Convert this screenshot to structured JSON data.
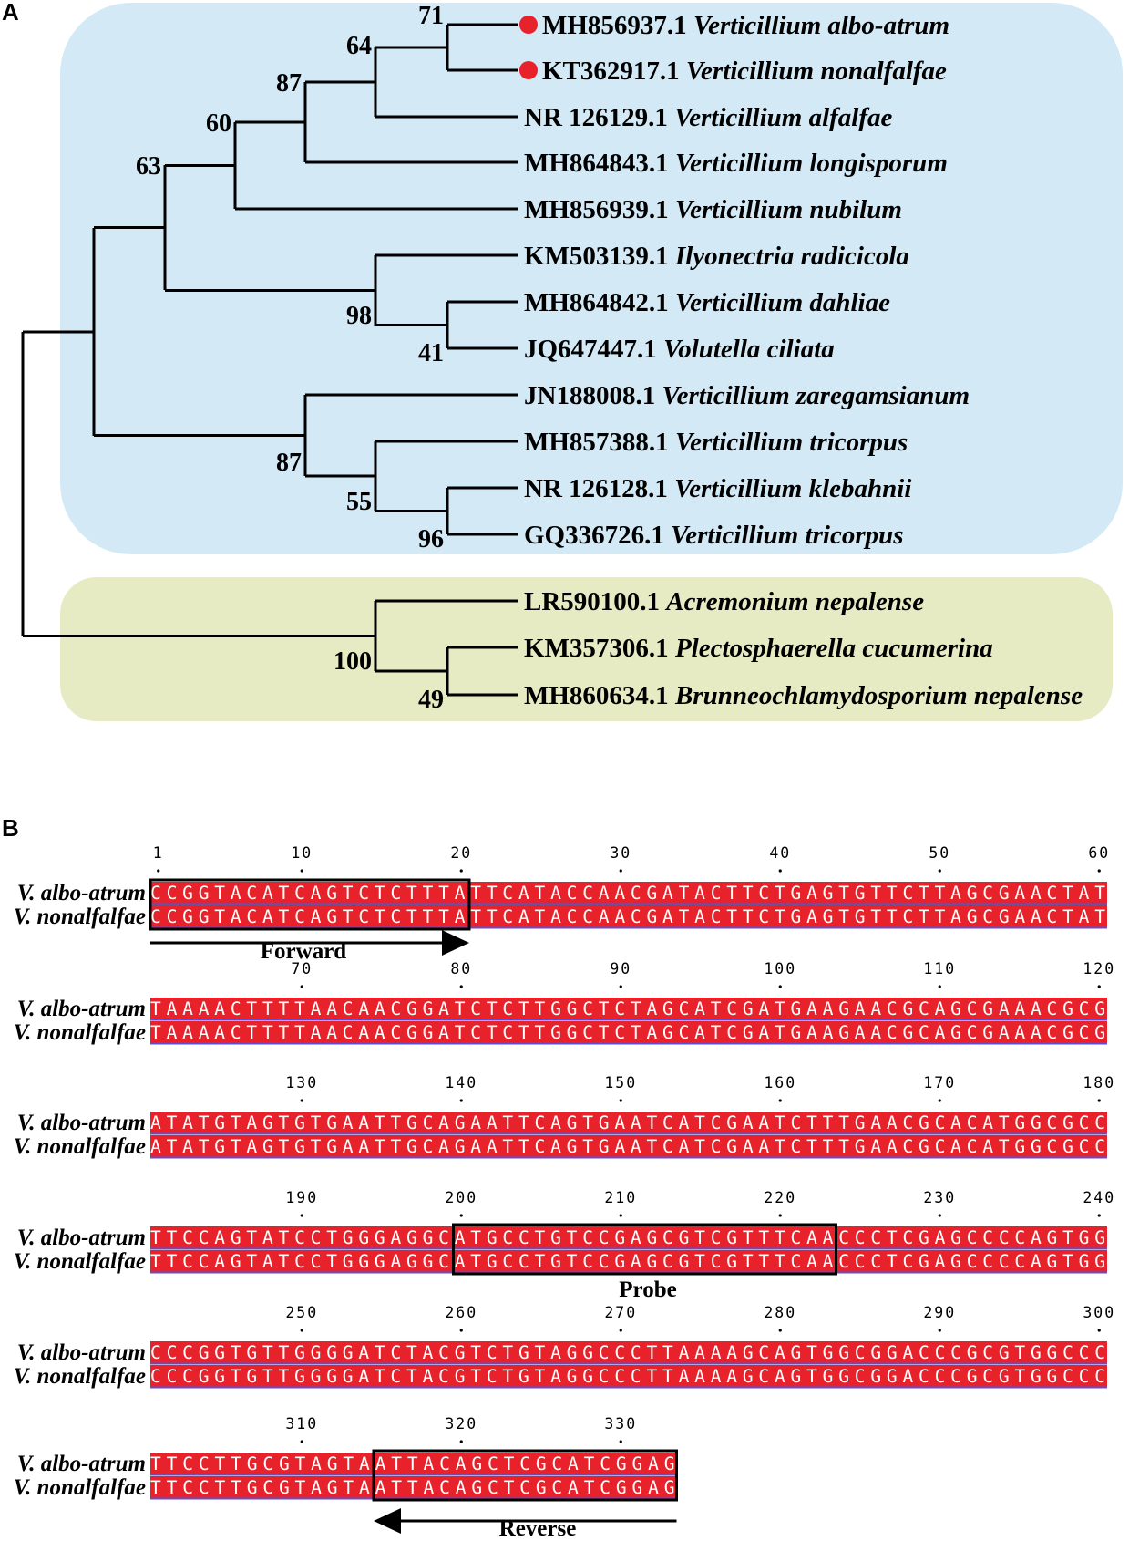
{
  "panel_a": {
    "label": "A",
    "taxa": [
      {
        "accession": "MH856937.1",
        "species": "Verticillium albo-atrum",
        "marker": "#e8222a"
      },
      {
        "accession": "KT362917.1",
        "species": "Verticillium nonalfalfae",
        "marker": "#e8222a"
      },
      {
        "accession": "NR 126129.1",
        "species": "Verticillium alfalfae"
      },
      {
        "accession": "MH864843.1",
        "species": "Verticillium longisporum"
      },
      {
        "accession": "MH856939.1",
        "species": "Verticillium nubilum"
      },
      {
        "accession": "KM503139.1",
        "species": "Ilyonectria radicicola"
      },
      {
        "accession": "MH864842.1",
        "species": "Verticillium dahliae"
      },
      {
        "accession": "JQ647447.1",
        "species": "Volutella ciliata"
      },
      {
        "accession": "JN188008.1",
        "species": "Verticillium zaregamsianum"
      },
      {
        "accession": "MH857388.1",
        "species": "Verticillium tricorpus"
      },
      {
        "accession": "NR 126128.1",
        "species": "Verticillium klebahnii"
      },
      {
        "accession": "GQ336726.1",
        "species": "Verticillium tricorpus"
      },
      {
        "accession": "LR590100.1",
        "species": "Acremonium nepalense"
      },
      {
        "accession": "KM357306.1",
        "species": "Plectosphaerella cucumerina"
      },
      {
        "accession": "MH860634.1",
        "species": "Brunneochlamydosporium nepalense"
      }
    ],
    "bootstrap": [
      "71",
      "64",
      "87",
      "60",
      "63",
      "98",
      "41",
      "87",
      "55",
      "96",
      "100",
      "49"
    ],
    "group_colors": {
      "verticillium_clade": "#d3eaf6",
      "outgroup_clade": "#e6ebc3"
    }
  },
  "panel_b": {
    "label": "B",
    "sequence_names": [
      "V. albo-atrum",
      "V. nonalfalfae"
    ],
    "rows": [
      {
        "start": 1,
        "seq": "CCGGTACATCAGTCTCTTTATTCATACCAACGATACTTCTGAGTGTTCTTAGCGAACTAT",
        "ticks": [
          "1",
          "10",
          "20",
          "30",
          "40",
          "50",
          "60"
        ]
      },
      {
        "start": 61,
        "seq": "TAAAACTTTTAACAACGGATCTCTTGGCTCTAGCATCGATGAAGAACGCAGCGAAACGCG",
        "ticks": [
          "70",
          "80",
          "90",
          "100",
          "110",
          "120"
        ]
      },
      {
        "start": 121,
        "seq": "ATATGTAGTGTGAATTGCAGAATTCAGTGAATCATCGAATCTTTGAACGCACATGGCGCC",
        "ticks": [
          "130",
          "140",
          "150",
          "160",
          "170",
          "180"
        ]
      },
      {
        "start": 181,
        "seq": "TTCCAGTATCCTGGGAGGCATGCCTGTCCGAGCGTCGTTTCAACCCTCGAGCCCCAGTGG",
        "ticks": [
          "190",
          "200",
          "210",
          "220",
          "230",
          "240"
        ]
      },
      {
        "start": 241,
        "seq": "CCCGGTGTTGGGGATCTACGTCTGTAGGCCCTTAAAAGCAGTGGCGGACCCGCGTGGCCC",
        "ticks": [
          "250",
          "260",
          "270",
          "280",
          "290",
          "300"
        ]
      },
      {
        "start": 301,
        "seq": "TTCCTTGCGTAGTAATTACAGCTCGCATCGGAG",
        "ticks": [
          "310",
          "320",
          "330"
        ]
      }
    ],
    "primers": {
      "forward": "Forward",
      "probe": "Probe",
      "reverse": "Reverse"
    },
    "colors": {
      "identity_fill": "#e8222a",
      "row_underline": "#5a4fd6",
      "text": "#ffffff"
    }
  }
}
